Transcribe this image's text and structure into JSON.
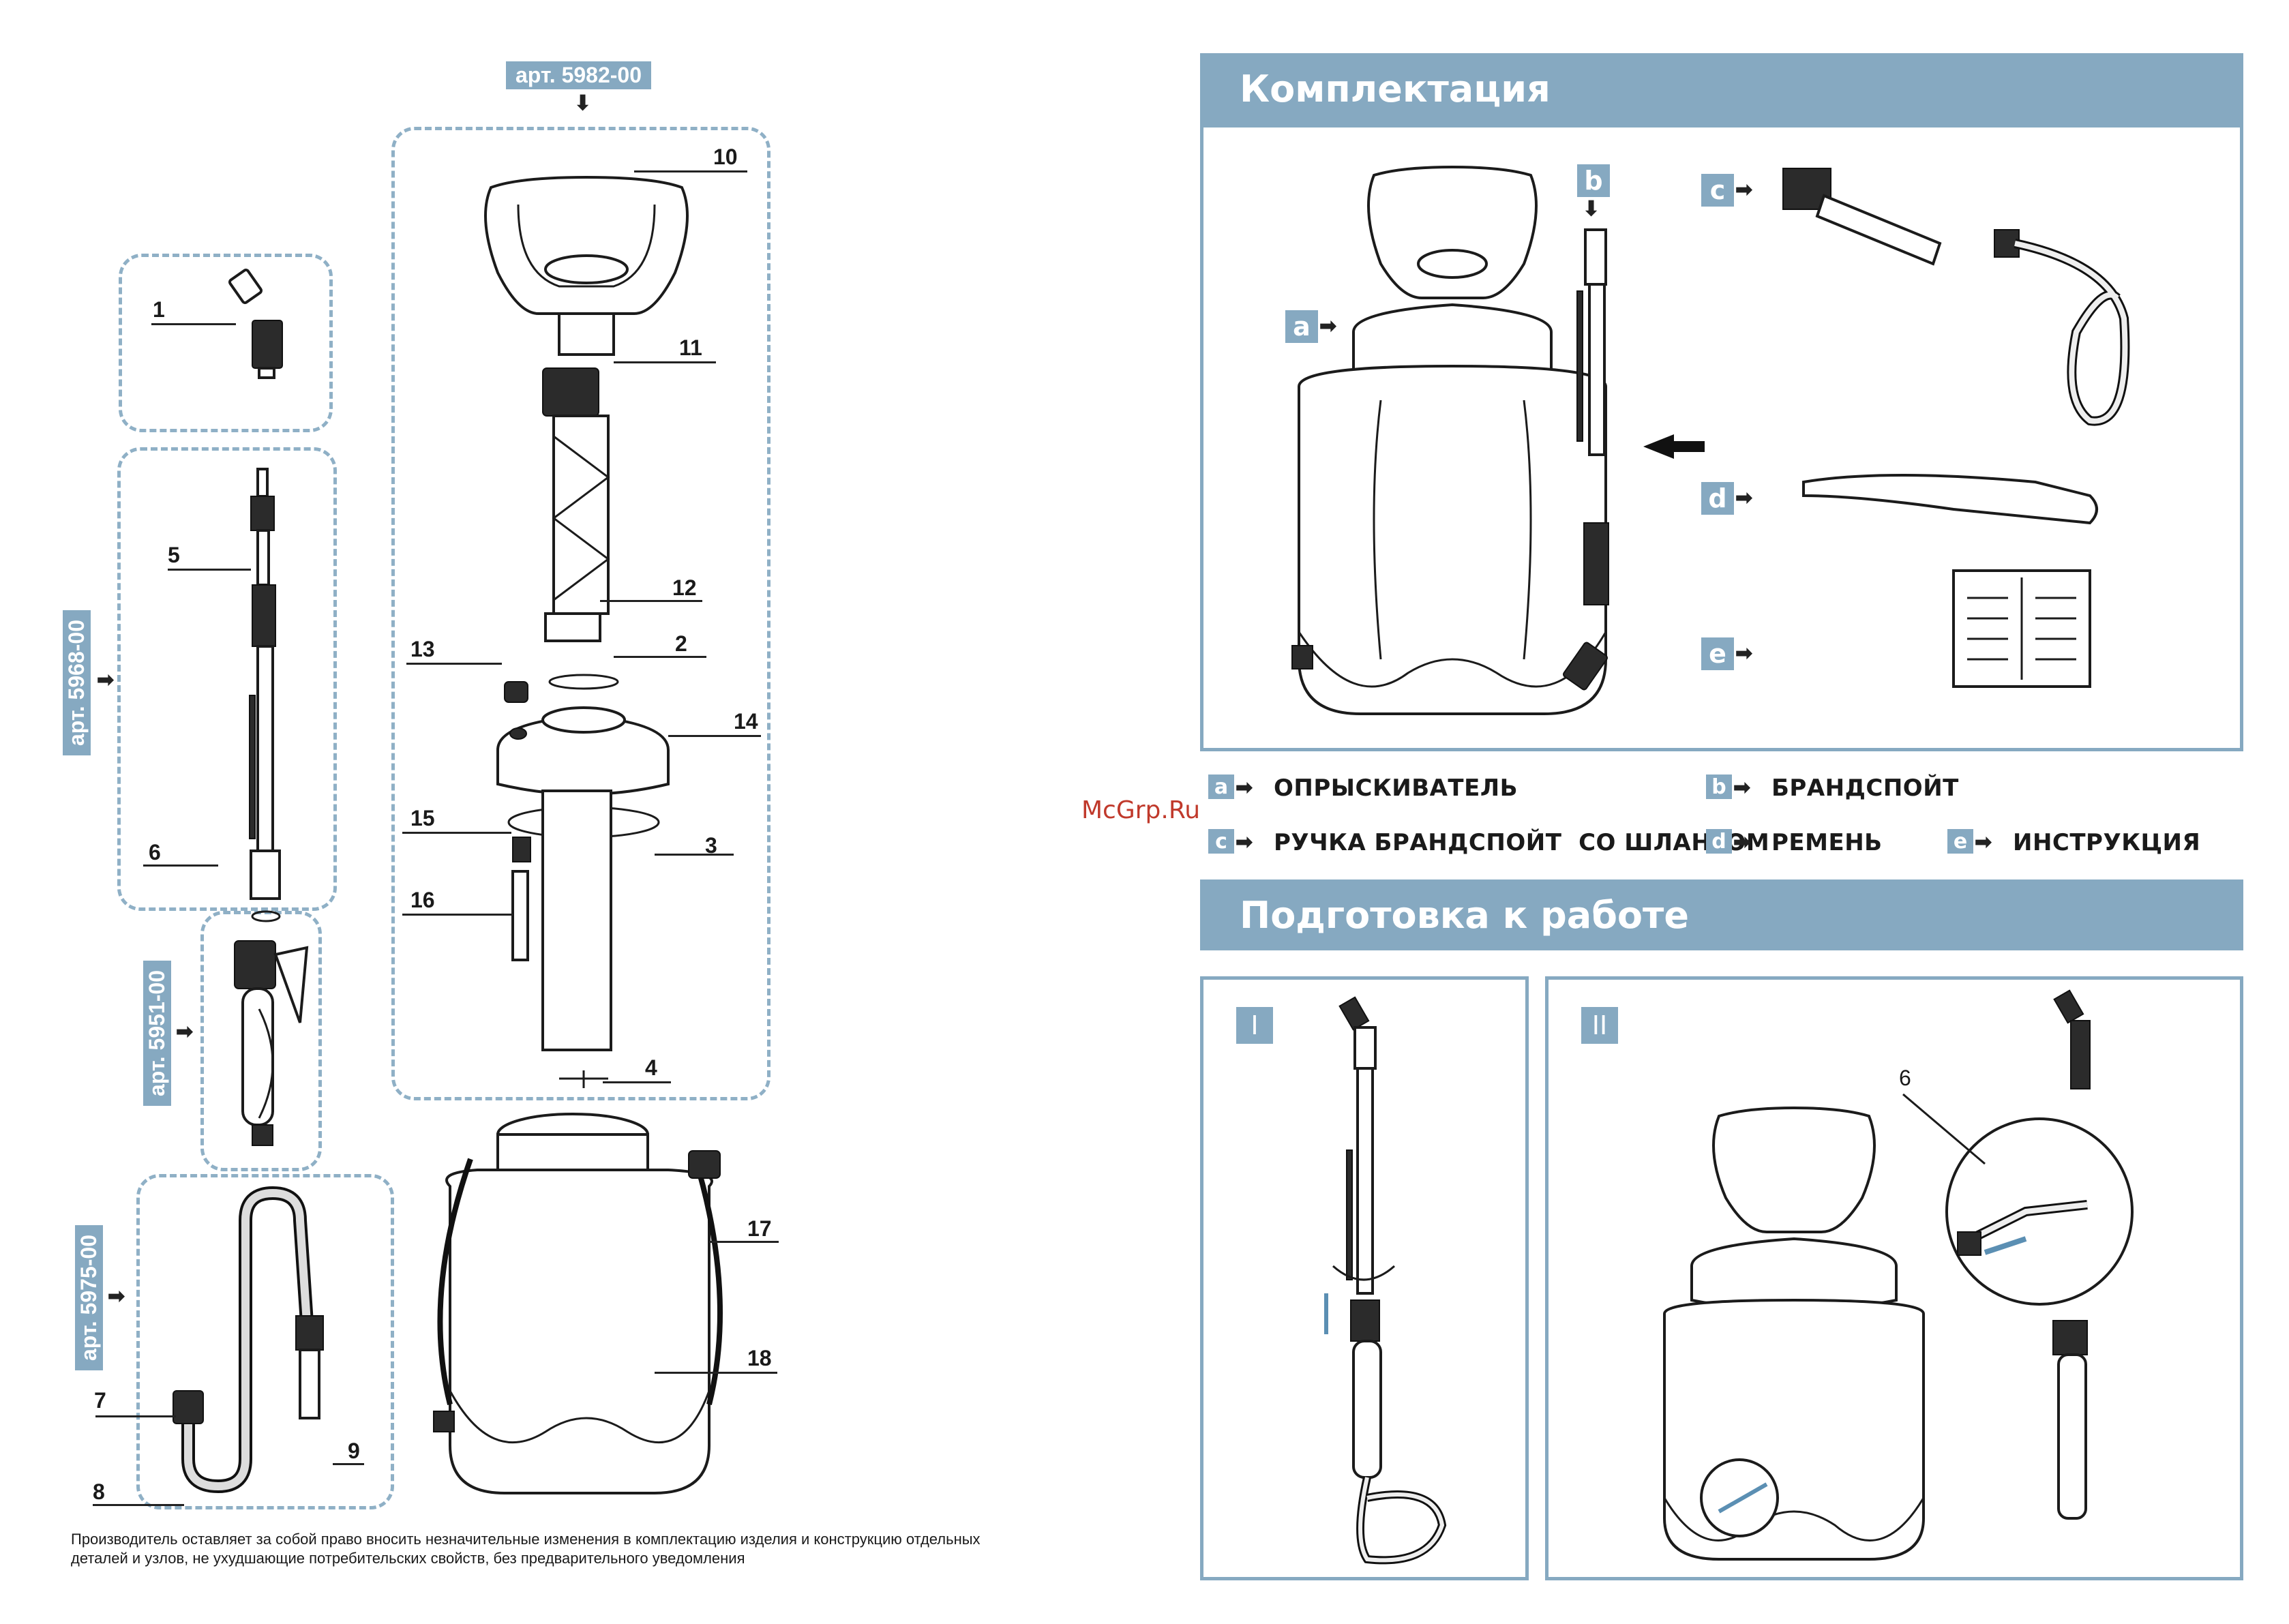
{
  "left": {
    "art_tags": {
      "a5982": "арт. 5982-00",
      "a5968": "арт. 5968-00",
      "a5951": "арт. 5951-00",
      "a5975": "арт. 5975-00"
    },
    "callouts": [
      "1",
      "2",
      "3",
      "4",
      "5",
      "6",
      "7",
      "8",
      "9",
      "10",
      "11",
      "12",
      "13",
      "14",
      "15",
      "16",
      "17",
      "18"
    ],
    "disclaimer_line1": "Производитель оставляет за собой право вносить незначительные изменения в комплектацию изделия и конструкцию отдельных",
    "disclaimer_line2": "деталей и узлов, не ухудшающие потребительских свойств, без предварительного уведомления"
  },
  "watermark": "McGrp.Ru",
  "kit": {
    "title": "Комплектация",
    "letters": [
      "a",
      "b",
      "c",
      "d",
      "e"
    ],
    "legend": {
      "a": "ОПРЫСКИВАТЕЛЬ",
      "b": "БРАНДСПОЙТ",
      "c": "РУЧКА БРАНДСПОЙТ  СО ШЛАНГОМ",
      "d": "РЕМЕНЬ",
      "e": "ИНСТРУКЦИЯ"
    }
  },
  "prep": {
    "title": "Подготовка к работе",
    "steps": [
      "I",
      "II"
    ],
    "callout": "6"
  },
  "colors": {
    "accent": "#86a9c1",
    "dash": "#8fb0c6",
    "text": "#1a1a1a"
  }
}
